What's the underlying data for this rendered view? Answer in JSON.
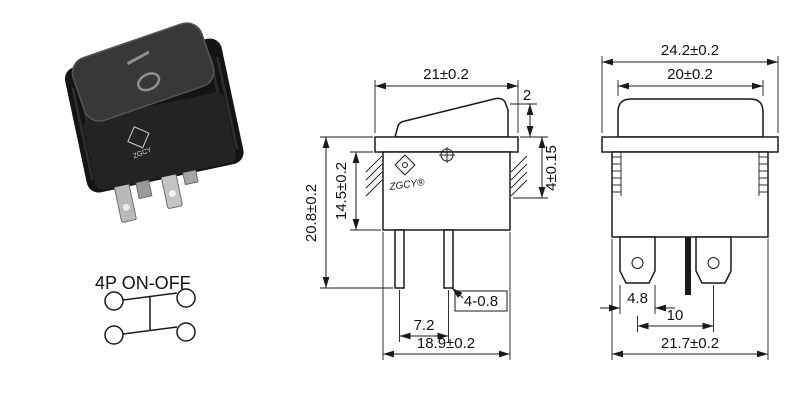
{
  "colors": {
    "line": "#1a1a1a",
    "switch_body": "#1f1f1f",
    "rocker": "#3a3a3a",
    "pin_metal": "#bdbdbd"
  },
  "photo": {
    "logo_text": "ZGCY"
  },
  "schematic": {
    "label": "4P ON-OFF"
  },
  "side_view": {
    "logo_text": "ZGCY®",
    "dims": {
      "top_width": "21±0.2",
      "rocker_height": "2",
      "panel_height": "4±0.15",
      "body_height": "14.5±0.2",
      "total_height": "20.8±0.2",
      "pin_size": "4-0.8",
      "pin_pitch": "7.2",
      "bottom_width": "18.9±0.2"
    }
  },
  "front_view": {
    "dims": {
      "top_width": "24.2±0.2",
      "rocker_width": "20±0.2",
      "pin_width": "4.8",
      "pin_pitch": "10",
      "bottom_width": "21.7±0.2"
    }
  }
}
